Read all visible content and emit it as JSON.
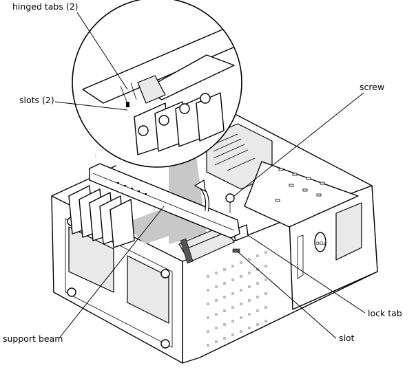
{
  "labels": {
    "hinged_tabs": "hinged tabs (2)",
    "slots": "slots (2)",
    "screw": "screw",
    "lock_tab": "lock tab",
    "support_beam": "support beam",
    "slot": "slot"
  },
  "brand_badge": "DELL",
  "colors": {
    "line": "#000000",
    "shading": "#c8c8c8",
    "background": "#ffffff"
  }
}
